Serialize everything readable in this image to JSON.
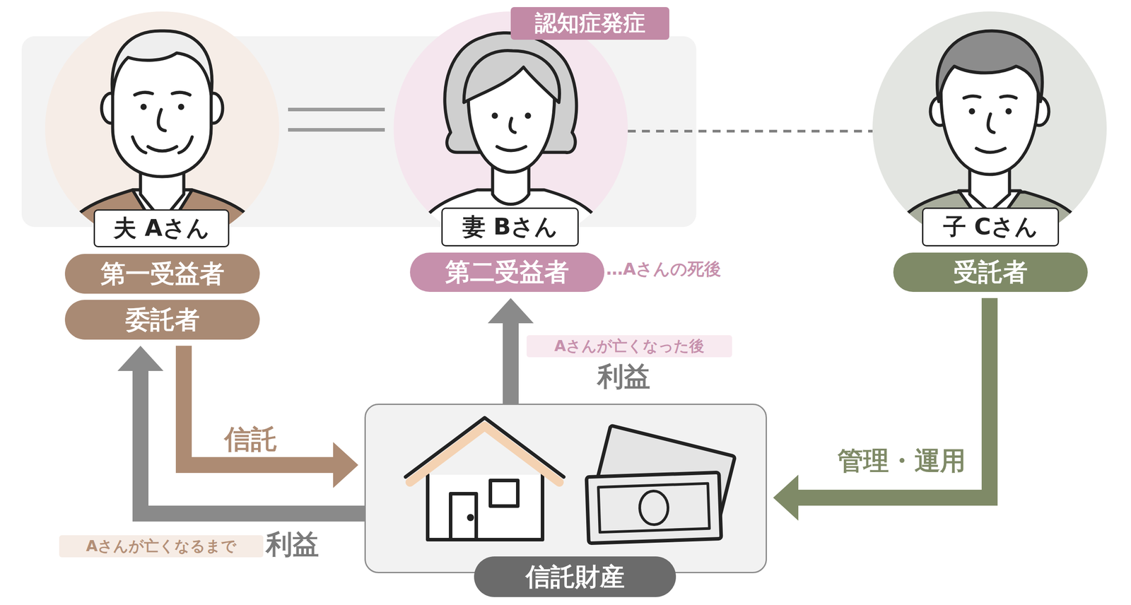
{
  "diagram": {
    "nodes": [
      {
        "text": [
          "夫 Aさん"
        ]
      },
      {
        "text": [
          "第一受益者"
        ]
      },
      {
        "text": [
          "委託者"
        ]
      },
      {
        "text": [
          "認知症発症"
        ]
      },
      {
        "text": [
          "妻 Bさん"
        ]
      },
      {
        "text": [
          "第二受益者"
        ]
      },
      {
        "text": [
          "子 Cさん"
        ]
      },
      {
        "text": [
          "受託者"
        ]
      },
      {
        "text": [
          "信託財産"
        ]
      }
    ],
    "edges": [
      {
        "from": 2,
        "to": 8,
        "label": "信託",
        "arrow": "to"
      },
      {
        "from": 8,
        "to": 2,
        "label": "利益",
        "arrow": "to"
      },
      {
        "from": 8,
        "to": 5,
        "label": "利益",
        "arrow": "to"
      },
      {
        "from": 7,
        "to": 8,
        "label": "管理・運用",
        "arrow": "to"
      },
      {
        "from": 0,
        "to": 4,
        "arrow": "none"
      },
      {
        "from": 4,
        "to": 6,
        "arrow": "none"
      }
    ],
    "labels": [
      "Aさんが亡くなるまで",
      "Aさんが亡くなった後",
      "…Aさんの死後"
    ]
  }
}
